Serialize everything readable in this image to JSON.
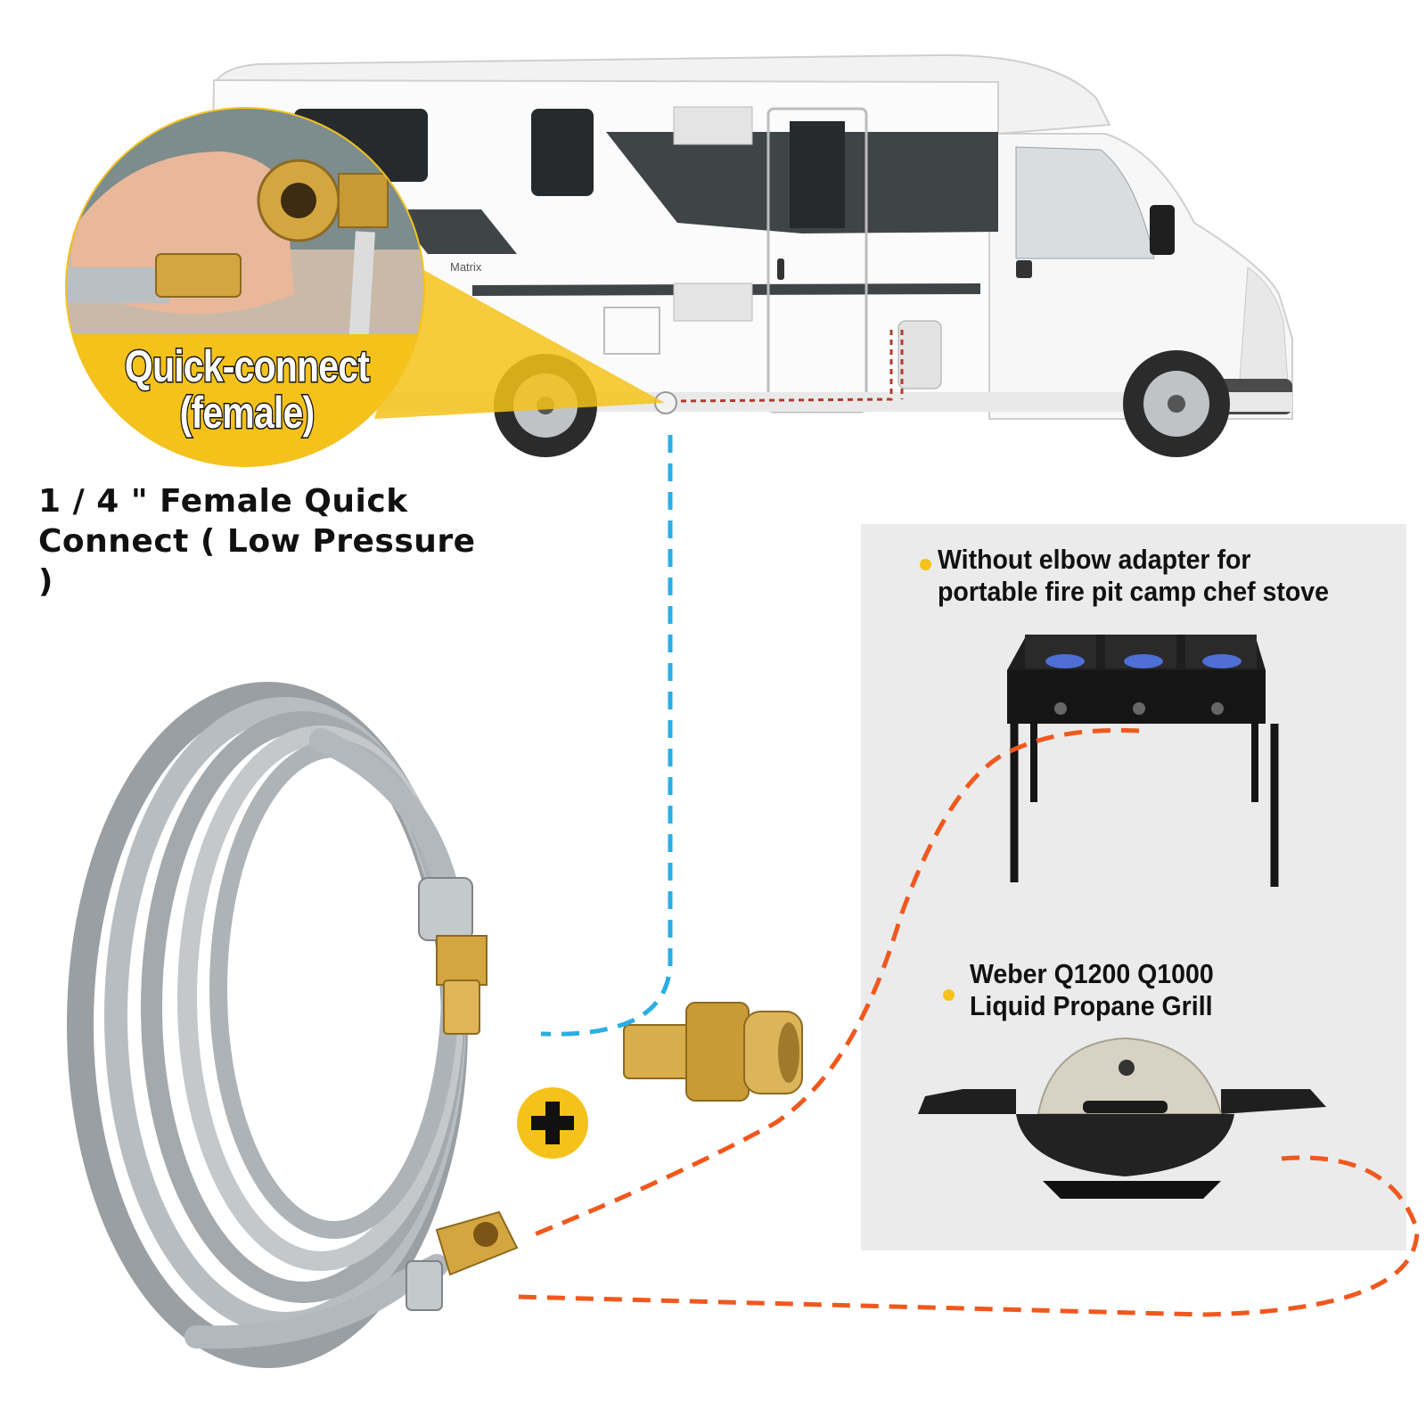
{
  "inset": {
    "label_line1": "Quick-connect",
    "label_line2": "(female)"
  },
  "caption": {
    "line1": "1 / 4 \" Female Quick",
    "line2": "Connect ( Low Pressure )"
  },
  "rv": {
    "badge": "Matrix"
  },
  "panel": {
    "stove_label_line1": "Without elbow adapter for",
    "stove_label_line2": "portable fire pit camp chef stove",
    "grill_label_line1": "Weber Q1200 Q1000",
    "grill_label_line2": "Liquid Propane Grill"
  },
  "colors": {
    "accent_yellow": "#f4c21a",
    "dash_blue": "#29aee6",
    "dash_orange": "#f0581d",
    "panel_gray": "#ebebeb",
    "brass": "#d4a640"
  }
}
